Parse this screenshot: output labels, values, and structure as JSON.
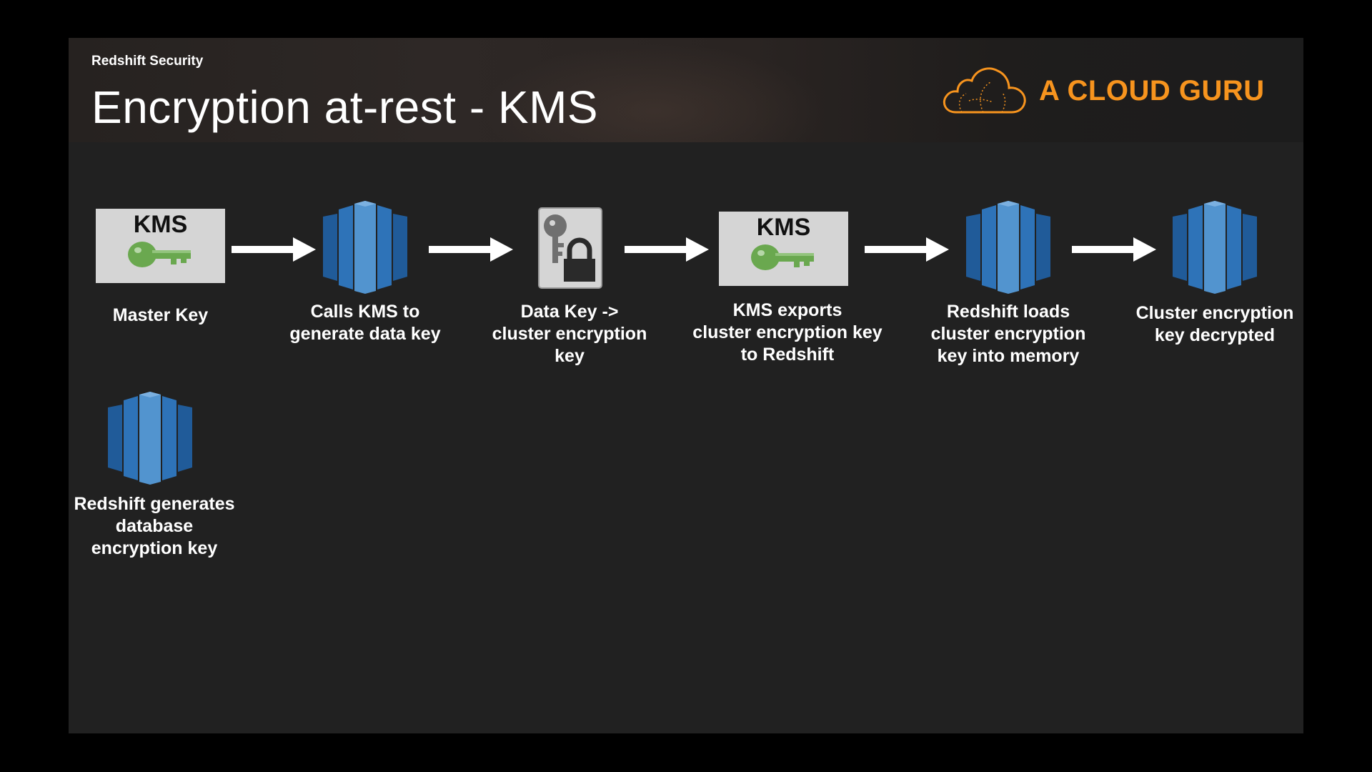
{
  "header": {
    "section": "Redshift Security",
    "title": "Encryption at-rest - KMS",
    "brand": "A CLOUD GURU"
  },
  "steps": [
    {
      "caption": "Master Key",
      "icon": "kms-key-icon",
      "box_label": "KMS"
    },
    {
      "caption": "Calls KMS to\ngenerate data key",
      "icon": "redshift-icon"
    },
    {
      "caption": "Data Key ->\ncluster encryption\nkey",
      "icon": "key-lock-icon"
    },
    {
      "caption": "KMS exports\ncluster encryption key\nto Redshift",
      "icon": "kms-key-icon",
      "box_label": "KMS"
    },
    {
      "caption": "Redshift loads\ncluster encryption\nkey into memory",
      "icon": "redshift-icon"
    },
    {
      "caption": "Cluster encryption\nkey decrypted",
      "icon": "redshift-icon"
    },
    {
      "caption": "Redshift generates\ndatabase\nencryption key",
      "icon": "redshift-icon"
    }
  ],
  "colors": {
    "background": "#212121",
    "brand": "#f7941e",
    "redshift_dark": "#205b99",
    "redshift_light": "#5294cf",
    "key_green": "#6aa84f"
  }
}
